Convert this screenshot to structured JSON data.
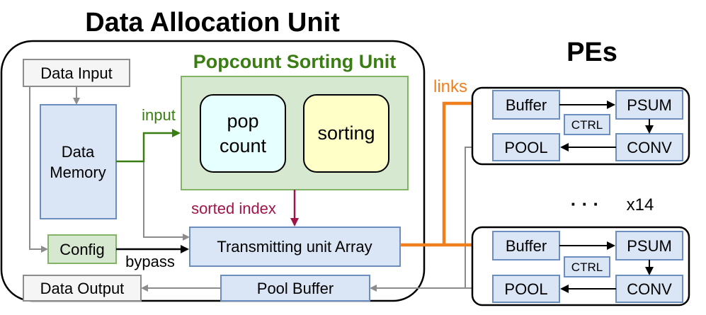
{
  "title": "Data Allocation Unit",
  "pes_title": "PEs",
  "popcount_unit": {
    "title": "Popcount Sorting Unit",
    "popcount_line1": "pop",
    "popcount_line2": "count",
    "sorting": "sorting"
  },
  "data_input": "Data Input",
  "data_memory_line1": "Data",
  "data_memory_line2": "Memory",
  "config": "Config",
  "transmitting_array": "Transmitting unit Array",
  "data_output": "Data Output",
  "pool_buffer": "Pool Buffer",
  "labels": {
    "input": "input",
    "sorted_index": "sorted index",
    "bypass": "bypass",
    "links": "links",
    "repeat_dots": "· · ·",
    "repeat_count": "x14"
  },
  "pe": {
    "buffer": "Buffer",
    "psum": "PSUM",
    "ctrl": "CTRL",
    "pool": "POOL",
    "conv": "CONV"
  },
  "colors": {
    "green_text": "#3a7d12",
    "crimson": "#a0144a",
    "orange": "#f07f1e",
    "block_fill": "#dae6f5",
    "block_stroke": "#6c8ebf",
    "green_fill": "#d6e8d0",
    "green_stroke": "#82b366"
  }
}
